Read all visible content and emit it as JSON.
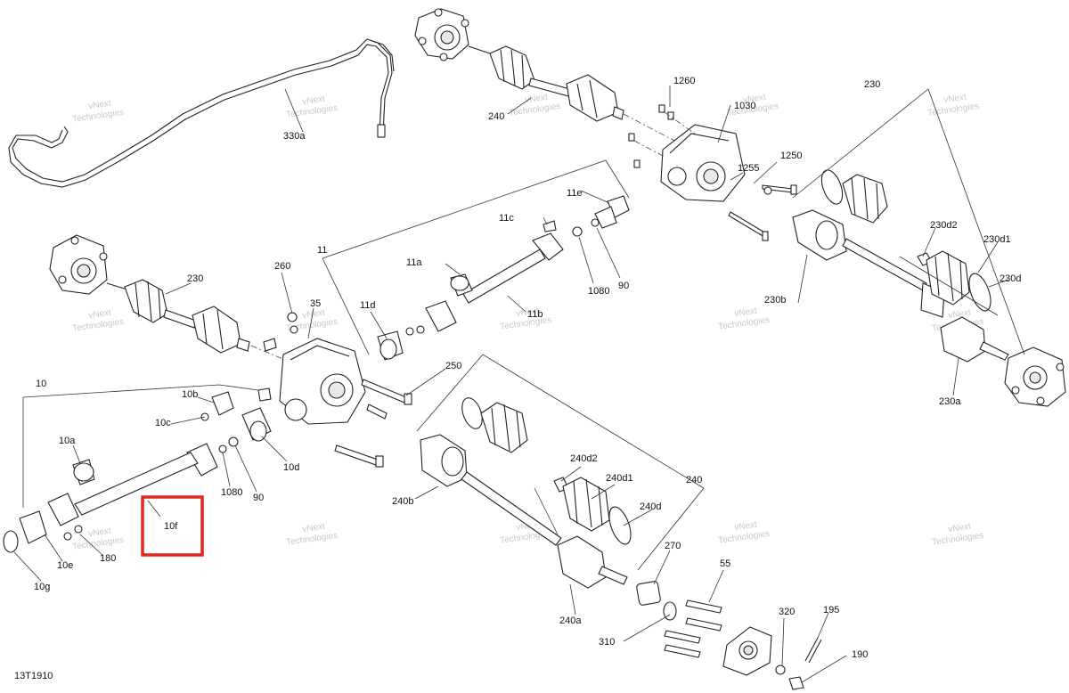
{
  "diagram_code": "13T1910",
  "highlight_color": "#e0261f",
  "watermark_text": [
    "vNext",
    "Technologies"
  ],
  "highlighted_label": "10f",
  "labels": {
    "l330a": "330a",
    "l240top": "240",
    "l1260": "1260",
    "l1030": "1030",
    "l1250": "1250",
    "l1255": "1255",
    "l230top": "230",
    "l11e": "11e",
    "l11c": "11c",
    "l1080a": "1080",
    "l90a": "90",
    "l11": "11",
    "l11a": "11a",
    "l11b": "11b",
    "l11d": "11d",
    "l260": "260",
    "l35": "35",
    "l230left": "230",
    "l230d2": "230d2",
    "l230d1": "230d1",
    "l230d": "230d",
    "l230b": "230b",
    "l230a": "230a",
    "l250": "250",
    "l10": "10",
    "l10b": "10b",
    "l10c": "10c",
    "l10a": "10a",
    "l10d": "10d",
    "l1080b": "1080",
    "l90b": "90",
    "l10f": "10f",
    "l10e": "10e",
    "l180": "180",
    "l10g": "10g",
    "l240d2": "240d2",
    "l240d1": "240d1",
    "l240d": "240d",
    "l240mid": "240",
    "l240b": "240b",
    "l270": "270",
    "l55": "55",
    "l240a": "240a",
    "l320": "320",
    "l195": "195",
    "l310": "310",
    "l190": "190"
  }
}
